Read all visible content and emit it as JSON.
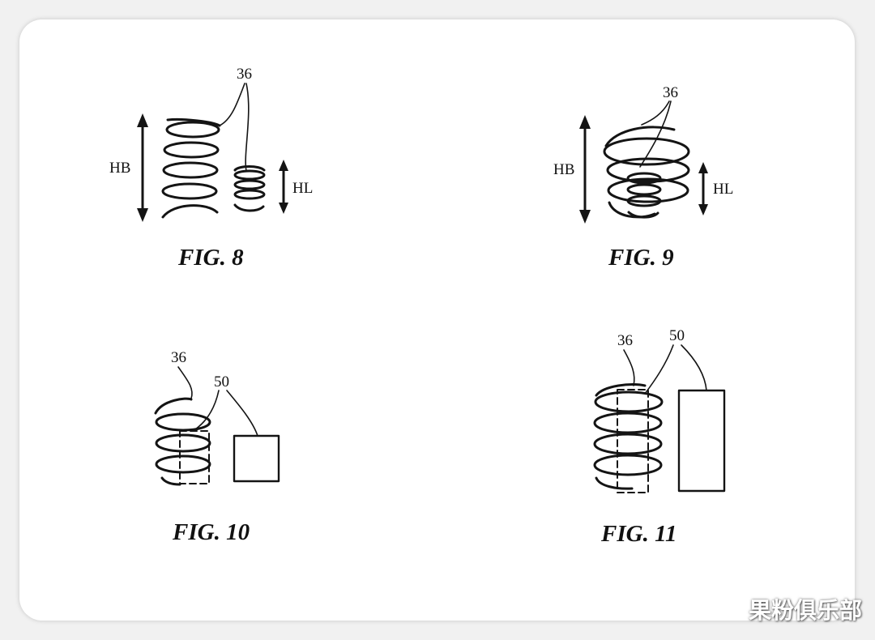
{
  "figures": {
    "fig8": {
      "caption": "FIG. 8",
      "ref_coil": "36",
      "hb_label": "HB",
      "hl_label": "HL"
    },
    "fig9": {
      "caption": "FIG. 9",
      "ref_coil": "36",
      "hb_label": "HB",
      "hl_label": "HL"
    },
    "fig10": {
      "caption": "FIG. 10",
      "ref_coil": "36",
      "ref_block": "50"
    },
    "fig11": {
      "caption": "FIG. 11",
      "ref_coil": "36",
      "ref_block": "50"
    }
  },
  "watermark": "果粉俱乐部"
}
